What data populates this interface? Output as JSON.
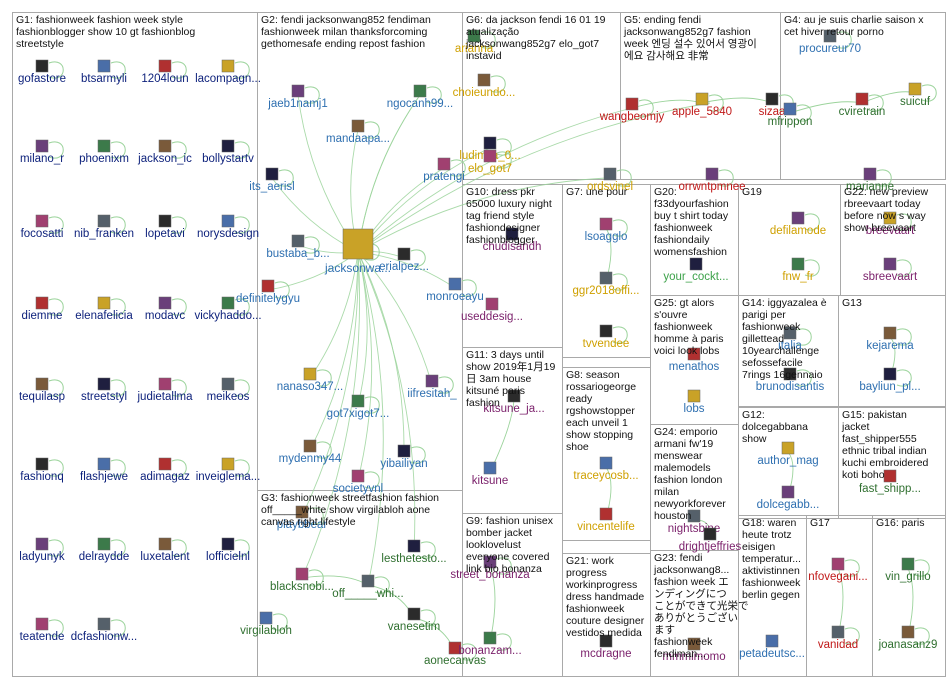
{
  "groups": [
    {
      "id": "G1",
      "lines": [
        "G1: fashionweek fashion week style",
        "fashionblogger show 10 gt fashionblog",
        "streetstyle"
      ],
      "nodes": [
        "gofastore",
        "btsarmyli",
        "1204loun",
        "lacompagn...",
        "milano_r",
        "phoenixm",
        "jackson_ic",
        "bollystartv",
        "focosatti",
        "nib_franken",
        "lopetavi",
        "norysdesign",
        "diemme",
        "elenafelicia",
        "modavc",
        "vickyhaddo...",
        "tequilasp",
        "streetstyl",
        "judietallma",
        "meikeos",
        "fashionq",
        "flashjewe",
        "adimagaz",
        "inveiglema...",
        "ladyunyk",
        "delraydde",
        "luxetalent",
        "lofficielnl",
        "teatende",
        "dcfashionw..."
      ]
    },
    {
      "id": "G2",
      "lines": [
        "G2: fendi jacksonwang852 fendiman",
        "fashionweek milan thanksforcoming",
        "gethomesafe ending repost fashion"
      ],
      "nodes": [
        "jacksonwa...",
        "jaeb1namj1",
        "ngocanh99...",
        "mandaapa...",
        "its_aerisl",
        "pratengi",
        "bustaba_b...",
        "erialpez...",
        "monroeayu",
        "definitelygyu",
        "nanaso347...",
        "iifresitah_",
        "got7xigot7...",
        "mydenmy44",
        "yibailiyan",
        "societyvnl"
      ]
    },
    {
      "id": "G3",
      "lines": [
        "G3: fashionweek streetfashion fashion",
        "off_____white show virgilabloh aone",
        "canvas right lifestyle"
      ],
      "nodes": [
        "playbbear",
        "lesthetesto...",
        "blacksnobi...",
        "off_____whi...",
        "vanesetim",
        "virgilabloh",
        "aonecanvas"
      ]
    },
    {
      "id": "G4",
      "lines": [
        "G4: au je suis charlie saison x",
        "cet hiver retour porno"
      ],
      "nodes": [
        "procureur70",
        "sizaa",
        "mfrippon",
        "cviretrain",
        "suicuf",
        "marianne"
      ]
    },
    {
      "id": "G5",
      "lines": [
        "G5: ending fendi",
        "jacksonwang852g7 fashion",
        "week 엔딩 설수 있어서 영광이",
        "에요 감사해요 非常"
      ],
      "nodes": [
        "wangbeomjy",
        "apple_5840",
        "orrwntpmnee"
      ]
    },
    {
      "id": "G6",
      "lines": [
        "G6: da jackson fendi 16 01 19",
        "atualização",
        "jacksonwang852g7 elo_got7",
        "instavid"
      ],
      "nodes": [
        "arianna",
        "choieundo...",
        "ludimila_0...",
        "elo_got7",
        "ordsvinel"
      ]
    },
    {
      "id": "G7",
      "lines": [
        "G7: une pour"
      ],
      "nodes": [
        "lsoagglo",
        "ggr2018offi...",
        "tvvendee"
      ]
    },
    {
      "id": "G8",
      "lines": [
        "G8: season",
        "rossariogeorge",
        "ready",
        "rgshowstopper",
        "each unveil 1",
        "show stopping",
        "shoe"
      ],
      "nodes": [
        "traceycosb...",
        "vincentelife"
      ]
    },
    {
      "id": "G9",
      "lines": [
        "G9: fashion unisex",
        "bomber jacket",
        "looklovelust",
        "everyone covered",
        "link bio bonanza"
      ],
      "nodes": [
        "street_bonanza",
        "bonanzam..."
      ]
    },
    {
      "id": "G10",
      "lines": [
        "G10: dress pkr",
        "65000 luxury night",
        "tag friend style",
        "fashiondesigner",
        "fashionblogger"
      ],
      "nodes": [
        "chudisandh",
        "useddesig..."
      ]
    },
    {
      "id": "G11",
      "lines": [
        "G11: 3 days until",
        "show 2019年1月19",
        "日 3am house",
        "kitsuné paris",
        "fashion"
      ],
      "nodes": [
        "kitsune_ja...",
        "kitsune"
      ]
    },
    {
      "id": "G12",
      "lines": [
        "G12:",
        "dolcegabbana",
        "show"
      ],
      "nodes": [
        "author_mag",
        "dolcegabb..."
      ]
    },
    {
      "id": "G13",
      "lines": [
        "G13"
      ],
      "nodes": [
        "kejarema",
        "bayliun_pl..."
      ]
    },
    {
      "id": "G14",
      "lines": [
        "G14: iggyazalea è",
        "parigi per",
        "fashionweek",
        "gillettead",
        "10yearchallenge",
        "sefossefacile",
        "7rings 16gennaio"
      ],
      "nodes": [
        "italia",
        "brunodisantis"
      ]
    },
    {
      "id": "G15",
      "lines": [
        "G15: pakistan",
        "jacket",
        "fast_shipper555",
        "ethnic tribal indian",
        "kuchi embroidered",
        "koti boho"
      ],
      "nodes": [
        "fast_shipp..."
      ]
    },
    {
      "id": "G16",
      "lines": [
        "G16: paris"
      ],
      "nodes": [
        "vin_grillo",
        "joanasanz9"
      ]
    },
    {
      "id": "G17",
      "lines": [
        "G17"
      ],
      "nodes": [
        "nfovegani...",
        "vanidad"
      ]
    },
    {
      "id": "G18",
      "lines": [
        "G18: waren",
        "heute trotz",
        "eisigen",
        "temperatur...",
        "aktivistinnen",
        "fashionweek",
        "berlin gegen"
      ],
      "nodes": [
        "petadeutsc..."
      ]
    },
    {
      "id": "G19",
      "lines": [
        "G19"
      ],
      "nodes": [
        "defilamode",
        "fnw_fr"
      ]
    },
    {
      "id": "G20",
      "lines": [
        "G20:",
        "f33dyourfashion",
        "buy t shirt today",
        "fashionweek",
        "fashiondaily",
        "womensfashion"
      ],
      "nodes": [
        "your_cockt..."
      ]
    },
    {
      "id": "G21",
      "lines": [
        "G21: work",
        "progress",
        "workinprogress",
        "dress handmade",
        "fashionweek",
        "couture designer",
        "vestidos medida"
      ],
      "nodes": [
        "mcdragne"
      ]
    },
    {
      "id": "G22",
      "lines": [
        "G22: new preview",
        "rbreevaart today",
        "before now s way",
        "show breevaart"
      ],
      "nodes": [
        "breevaart",
        "sbreevaart"
      ]
    },
    {
      "id": "G23",
      "lines": [
        "G23: fendi",
        "jacksonwang8...",
        "fashion week エ",
        "ンディングにつ",
        "ことができて光栄で",
        "ありがとうござい",
        "ます",
        "fashionweek",
        "fendiman..."
      ],
      "nodes": [
        "mmmimomo"
      ]
    },
    {
      "id": "G24",
      "lines": [
        "G24: emporio",
        "armani fw'19",
        "menswear",
        "malemodels",
        "fashion london",
        "milan",
        "newyorkforever",
        "houston"
      ],
      "nodes": [
        "nightsbine",
        "drightjeffries"
      ]
    },
    {
      "id": "G25",
      "lines": [
        "G25: gt alors",
        "s'ouvre",
        "fashionweek",
        "homme à paris",
        "voici look lobs"
      ],
      "nodes": [
        "menathos",
        "lobs"
      ]
    }
  ],
  "colors": {
    "edge": "#9bd39b",
    "box": "#a9a9a9",
    "label_a": "#0b1f7a",
    "label_b": "#2e6fb0",
    "label_c": "#2f6f2f",
    "label_d": "#c01818",
    "label_e": "#7a1f6a",
    "label_f": "#3da24a",
    "label_g": "#cfa000"
  }
}
